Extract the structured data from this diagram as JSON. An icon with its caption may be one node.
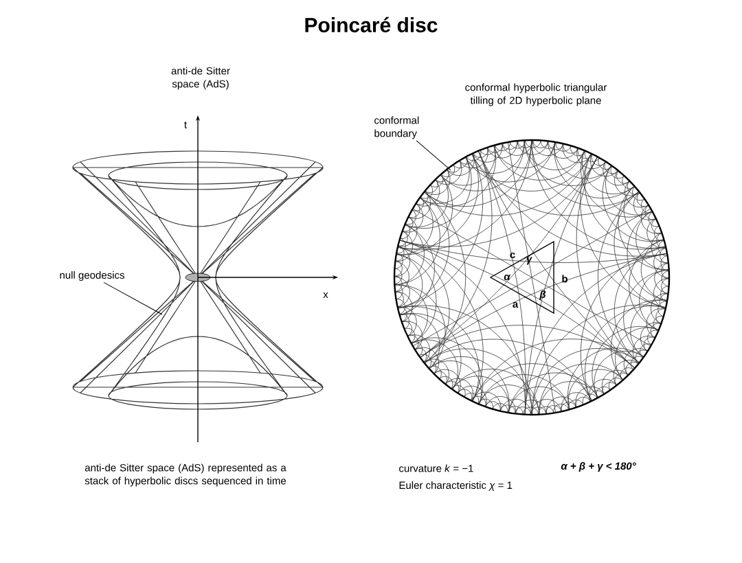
{
  "diagram": {
    "title": "Poincaré disc",
    "nodes": [
      {
        "text": [
          "null geodesics"
        ]
      },
      {
        "text": [
          "conformal boundary"
        ]
      }
    ],
    "edges": [
      {
        "from": 0,
        "to": null,
        "arrow": "none"
      },
      {
        "from": 1,
        "to": null,
        "arrow": "none"
      }
    ],
    "labels": [
      "anti-de Sitter space (AdS)",
      "t",
      "x",
      "conformal hyperbolic triangular tilling of 2D hyperbolic plane",
      "c",
      "γ",
      "α",
      "b",
      "β",
      "a",
      "anti-de Sitter space (AdS) represented as a stack of hyperbolic discs sequenced in time",
      "curvature *k* = −1",
      "α + β + γ < 180°",
      "Euler characteristic *χ* = 1"
    ]
  }
}
